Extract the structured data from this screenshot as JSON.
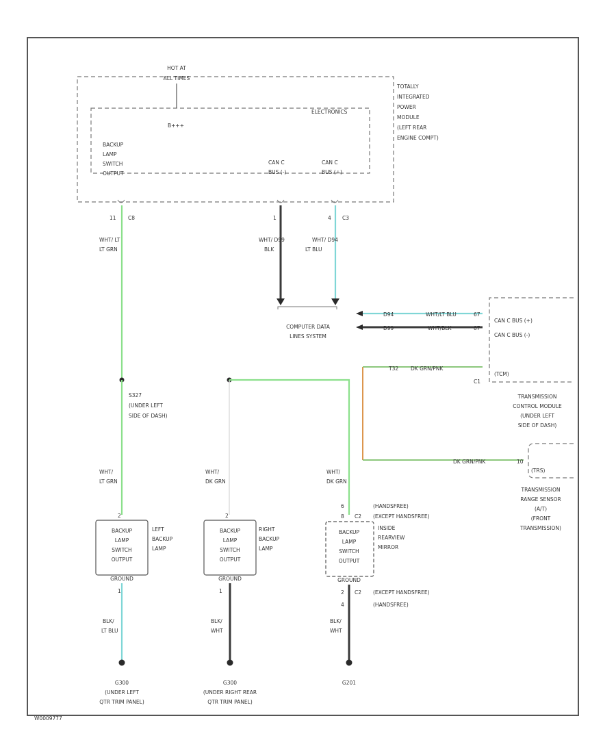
{
  "page_code": "W0009777",
  "tipm": {
    "hot_label_1": "HOT AT",
    "hot_label_2": "ALL TIMES",
    "module_title": [
      "TOTALLY",
      "INTEGRATED",
      "POWER",
      "MODULE",
      "(LEFT REAR",
      "ENGINE COMPT)"
    ],
    "electronics_label": "ELECTRONICS",
    "fuse_label": "B+++",
    "output_label": [
      "BACKUP",
      "LAMP",
      "SWITCH",
      "OUTPUT"
    ],
    "can_c_minus": [
      "CAN C",
      "BUS (-)"
    ],
    "can_c_plus": [
      "CAN C",
      "BUS (+)"
    ],
    "pin_output": "11",
    "conn_output": "C8",
    "pin_can_minus": "1",
    "pin_can_plus": "4",
    "conn_can": "C3"
  },
  "wires": {
    "w1_top": [
      "WHT/ LT",
      "LT GRN"
    ],
    "w2_can_minus": [
      "WHT/ D99",
      "BLK"
    ],
    "w3_can_plus": [
      "WHT/ D94",
      "LT BLU"
    ],
    "left_lamp_wire": [
      "WHT/",
      "LT GRN"
    ],
    "right_lamp_wire": [
      "WHT/",
      "DK GRN"
    ],
    "mirror_wire": [
      "WHT/",
      "DK GRN"
    ],
    "left_ground_wire": [
      "BLK/",
      "LT BLU"
    ],
    "right_ground_wire": [
      "BLK/",
      "WHT"
    ],
    "mirror_ground_wire": [
      "BLK/",
      "WHT"
    ]
  },
  "computer_data_lines": [
    "COMPUTER DATA",
    "LINES SYSTEM"
  ],
  "tcm": {
    "can_rows": [
      {
        "circuit": "D94",
        "color": "WHT/LT BLU",
        "pin": "67",
        "label": "CAN C BUS (+)"
      },
      {
        "circuit": "D99",
        "color": "WHT/BLK",
        "pin": "87",
        "label": "CAN C BUS (-)"
      }
    ],
    "bottom_row": {
      "pin": "T32",
      "color": "DK GRN/PNK",
      "connector": "C1"
    },
    "tcm_label": "(TCM)",
    "title": [
      "TRANSMISSION",
      "CONTROL MODULE",
      "(UNDER LEFT",
      "SIDE OF DASH)"
    ]
  },
  "trs": {
    "wire_color": "DK GRN/PNK",
    "pin": "10",
    "label": "(TRS)",
    "title": [
      "TRANSMISSION",
      "RANGE SENSOR",
      "(A/T)",
      "(FRONT",
      "TRANSMISSION)"
    ]
  },
  "splice": {
    "label": [
      "S327",
      "(UNDER LEFT",
      "SIDE OF DASH)"
    ]
  },
  "left_lamp": {
    "pin_top": "2",
    "box_text": [
      "BACKUP",
      "LAMP",
      "SWITCH",
      "OUTPUT"
    ],
    "ground_text": "GROUND",
    "title": [
      "LEFT",
      "BACKUP",
      "LAMP"
    ],
    "pin_bottom": "1",
    "ground_point": [
      "G300",
      "(UNDER LEFT",
      "QTR TRIM PANEL)"
    ]
  },
  "right_lamp": {
    "pin_top": "2",
    "box_text": [
      "BACKUP",
      "LAMP",
      "SWITCH",
      "OUTPUT"
    ],
    "ground_text": "GROUND",
    "title": [
      "RIGHT",
      "BACKUP",
      "LAMP"
    ],
    "pin_bottom": "1",
    "ground_point": [
      "G300",
      "(UNDER RIGHT REAR",
      "QTR TRIM PANEL)"
    ]
  },
  "mirror": {
    "pin_top_a": "6",
    "pin_top_b": "8",
    "conn_top": "C2",
    "variant_top_a": "(HANDSFREE)",
    "variant_top_b": "(EXCEPT HANDSFREE)",
    "box_text": [
      "BACKUP",
      "LAMP",
      "SWITCH",
      "OUTPUT"
    ],
    "ground_text": "GROUND",
    "title": [
      "INSIDE",
      "REARVIEW",
      "MIRROR"
    ],
    "pin_bottom_a": "2",
    "pin_bottom_b": "4",
    "conn_bottom": "C2",
    "variant_bottom_a": "(EXCEPT HANDSFREE)",
    "variant_bottom_b": "(HANDSFREE)",
    "ground_point": "G201"
  },
  "colors": {
    "green_wire": "#8be08b",
    "cyan_wire": "#7fd6d6",
    "dark_wire": "#3a3a3a",
    "orange_wire": "#d98a3a"
  }
}
